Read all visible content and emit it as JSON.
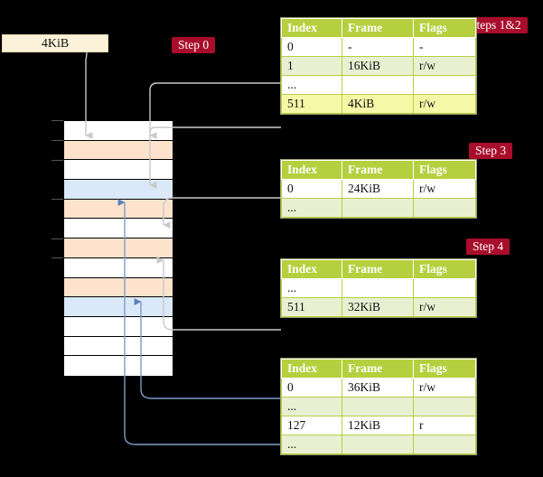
{
  "diagram": {
    "title_hidden": "",
    "source_box": {
      "label": "4KiB"
    },
    "badges": [
      {
        "id": "step0",
        "label": "Step 0"
      },
      {
        "id": "steps12",
        "label": "Steps 1&2"
      },
      {
        "id": "step3",
        "label": "Step 3"
      },
      {
        "id": "step4",
        "label": "Step 4"
      }
    ],
    "colors": {
      "background": "#000000",
      "badge": "#a80d2b",
      "table_header": "#b6cf3e",
      "table_alt_row": "#e9f0d2",
      "highlight": "#f7f7a8",
      "memory_orange": "#fde3cc",
      "memory_blue": "#dbe8f7",
      "source_box": "#fcf2d9",
      "wire_gray": "#c9c9c9",
      "wire_blue": "#7d9cc9"
    },
    "columns": [
      "Index",
      "Frame",
      "Flags"
    ],
    "tables": [
      {
        "id": "pml4",
        "rows": [
          {
            "index": "0",
            "frame": "-",
            "flags": "-",
            "alt": false,
            "highlight": false
          },
          {
            "index": "1",
            "frame": "16KiB",
            "flags": "r/w",
            "alt": true,
            "highlight": false
          },
          {
            "index": "...",
            "frame": "",
            "flags": "",
            "alt": false,
            "highlight": false
          },
          {
            "index": "511",
            "frame": "4KiB",
            "flags": "r/w",
            "alt": true,
            "highlight": true
          }
        ]
      },
      {
        "id": "pdpt",
        "rows": [
          {
            "index": "0",
            "frame": "24KiB",
            "flags": "r/w",
            "alt": false,
            "highlight": false
          },
          {
            "index": "...",
            "frame": "",
            "flags": "",
            "alt": true,
            "highlight": false
          }
        ]
      },
      {
        "id": "pd",
        "rows": [
          {
            "index": "...",
            "frame": "",
            "flags": "",
            "alt": false,
            "highlight": false
          },
          {
            "index": "511",
            "frame": "32KiB",
            "flags": "r/w",
            "alt": true,
            "highlight": false
          }
        ]
      },
      {
        "id": "pt",
        "rows": [
          {
            "index": "0",
            "frame": "36KiB",
            "flags": "r/w",
            "alt": false,
            "highlight": false
          },
          {
            "index": "...",
            "frame": "",
            "flags": "",
            "alt": true,
            "highlight": false
          },
          {
            "index": "127",
            "frame": "12KiB",
            "flags": "r",
            "alt": false,
            "highlight": false
          },
          {
            "index": "...",
            "frame": "",
            "flags": "",
            "alt": true,
            "highlight": false
          }
        ]
      }
    ],
    "memory_column": {
      "rows": [
        {
          "fill": "white"
        },
        {
          "fill": "orange"
        },
        {
          "fill": "white"
        },
        {
          "fill": "blue"
        },
        {
          "fill": "orange"
        },
        {
          "fill": "white"
        },
        {
          "fill": "orange"
        },
        {
          "fill": "white"
        },
        {
          "fill": "orange"
        },
        {
          "fill": "blue"
        },
        {
          "fill": "white"
        },
        {
          "fill": "white"
        },
        {
          "fill": "white"
        }
      ]
    }
  }
}
